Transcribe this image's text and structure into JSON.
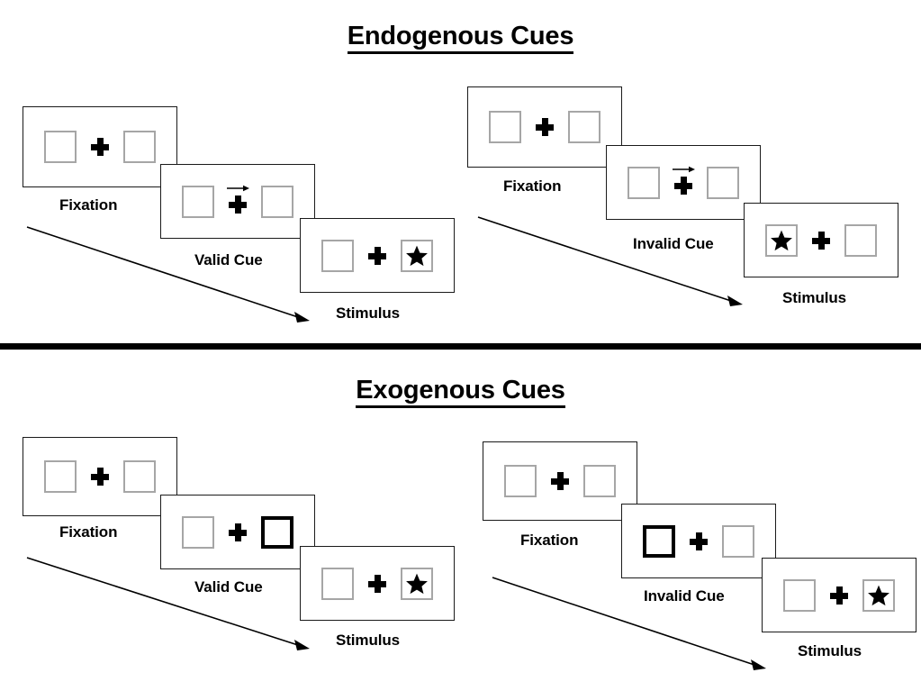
{
  "sections": [
    {
      "id": "endogenous",
      "title": "Endogenous Cues",
      "conditions": [
        {
          "id": "endogenous-valid",
          "frames": [
            {
              "caption": "Fixation",
              "left_content": "empty",
              "right_content": "empty",
              "cue": "none",
              "arrow": false
            },
            {
              "caption": "Valid Cue",
              "left_content": "empty",
              "right_content": "empty",
              "cue": "none",
              "arrow": true
            },
            {
              "caption": "Stimulus",
              "left_content": "empty",
              "right_content": "star",
              "cue": "none",
              "arrow": false
            }
          ]
        },
        {
          "id": "endogenous-invalid",
          "frames": [
            {
              "caption": "Fixation",
              "left_content": "empty",
              "right_content": "empty",
              "cue": "none",
              "arrow": false
            },
            {
              "caption": "Invalid Cue",
              "left_content": "empty",
              "right_content": "empty",
              "cue": "none",
              "arrow": true
            },
            {
              "caption": "Stimulus",
              "left_content": "star",
              "right_content": "empty",
              "cue": "none",
              "arrow": false
            }
          ]
        }
      ]
    },
    {
      "id": "exogenous",
      "title": "Exogenous Cues",
      "conditions": [
        {
          "id": "exogenous-valid",
          "frames": [
            {
              "caption": "Fixation",
              "left_content": "empty",
              "right_content": "empty",
              "cue": "none",
              "arrow": false
            },
            {
              "caption": "Valid Cue",
              "left_content": "empty",
              "right_content": "empty",
              "cue": "right",
              "arrow": false
            },
            {
              "caption": "Stimulus",
              "left_content": "empty",
              "right_content": "star",
              "cue": "none",
              "arrow": false
            }
          ]
        },
        {
          "id": "exogenous-invalid",
          "frames": [
            {
              "caption": "Fixation",
              "left_content": "empty",
              "right_content": "empty",
              "cue": "none",
              "arrow": false
            },
            {
              "caption": "Invalid Cue",
              "left_content": "empty",
              "right_content": "empty",
              "cue": "left",
              "arrow": false
            },
            {
              "caption": "Stimulus",
              "left_content": "empty",
              "right_content": "star",
              "cue": "none",
              "arrow": false
            }
          ]
        }
      ]
    }
  ],
  "labels": {
    "endogenous_title": "Endogenous Cues",
    "exogenous_title": "Exogenous Cues",
    "fixation": "Fixation",
    "valid_cue": "Valid Cue",
    "invalid_cue": "Invalid Cue",
    "stimulus": "Stimulus"
  },
  "colors": {
    "background": "#ffffff",
    "panel_border": "#1a1a1a",
    "box_border": "#a6a6a6",
    "cue_box_border": "#000000",
    "ink": "#000000",
    "divider": "#000000"
  }
}
